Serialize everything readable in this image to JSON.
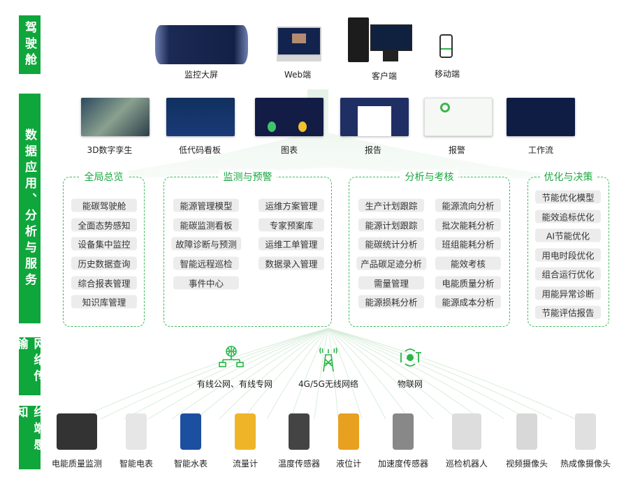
{
  "layers": [
    {
      "label": "驾驶舱"
    },
    {
      "label": "数据应用、分析与服务"
    },
    {
      "label": "网络传输"
    },
    {
      "label": "终端感知"
    }
  ],
  "cockpit": [
    "监控大屏",
    "Web端",
    "客户端",
    "移动端"
  ],
  "apps": [
    "3D数字孪生",
    "低代码看板",
    "图表",
    "报告",
    "报警",
    "工作流"
  ],
  "groups": [
    {
      "title": "全局总览",
      "items": [
        "能碳驾驶舱",
        "全面态势感知",
        "设备集中监控",
        "历史数据查询",
        "综合报表管理",
        "知识库管理"
      ]
    },
    {
      "title": "监测与预警",
      "items": [
        "能源管理模型",
        "能碳监测看板",
        "故障诊断与预测",
        "智能远程巡检",
        "事件中心",
        "运维方案管理",
        "专家预案库",
        "运维工单管理",
        "数据录入管理"
      ]
    },
    {
      "title": "分析与考核",
      "items": [
        "生产计划跟踪",
        "能源计划跟踪",
        "能碳统计分析",
        "产品碳足迹分析",
        "需量管理",
        "能源损耗分析",
        "能源流向分析",
        "批次能耗分析",
        "班组能耗分析",
        "能效考核",
        "电能质量分析",
        "能源成本分析"
      ]
    },
    {
      "title": "优化与决策",
      "items": [
        "节能优化模型",
        "能效追标优化",
        "AI节能优化",
        "用电时段优化",
        "组合运行优化",
        "用能异常诊断",
        "节能评估报告"
      ]
    }
  ],
  "network": [
    "有线公网、有线专网",
    "4G/5G无线网络",
    "物联网"
  ],
  "devices": [
    "电能质量监测",
    "智能电表",
    "智能水表",
    "流量计",
    "温度传感器",
    "液位计",
    "加速度传感器",
    "巡检机器人",
    "视频摄像头",
    "热成像摄像头"
  ],
  "colors": {
    "accent": "#0fa63c",
    "dashed": "#3dbb5c",
    "pill": "#ececec"
  }
}
